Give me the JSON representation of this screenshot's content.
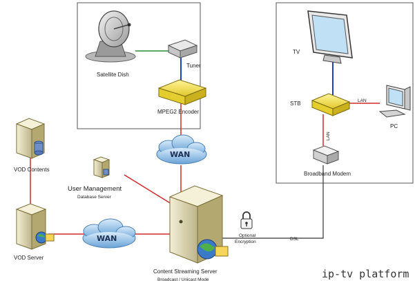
{
  "diagram": {
    "labels": {
      "satellite_dish": "Satellite Dish",
      "tuner": "Tuner",
      "encoder": "MPEG2 Encoder",
      "tv": "TV",
      "stb": "STB",
      "pc": "PC",
      "modem": "Broadband Modem",
      "vod_contents": "VOD Contents",
      "user_mgmt": "User Management",
      "db_server": "Database Server",
      "vod_server": "VOD Server",
      "streaming_server": "Content Streaming Server",
      "broadcast_mode": "Broadcast / Unicast Mode",
      "optional": "Optional",
      "encryption": "Encryption",
      "dsl": "DSL",
      "lan_pc": "LAN",
      "lan_modem": "LAN",
      "wan_top": "WAN",
      "wan_left": "WAN",
      "brand": "ip-tv platform"
    },
    "colors": {
      "server_link": "#d12a2a",
      "coax_link": "#1f3fbf",
      "dish_link": "#2a8a3a",
      "dsl_link": "#333333",
      "encoder_body": "#f5e14a",
      "server_body": "#e6dfb6",
      "cloud_fill": "#9cc7ea"
    }
  }
}
